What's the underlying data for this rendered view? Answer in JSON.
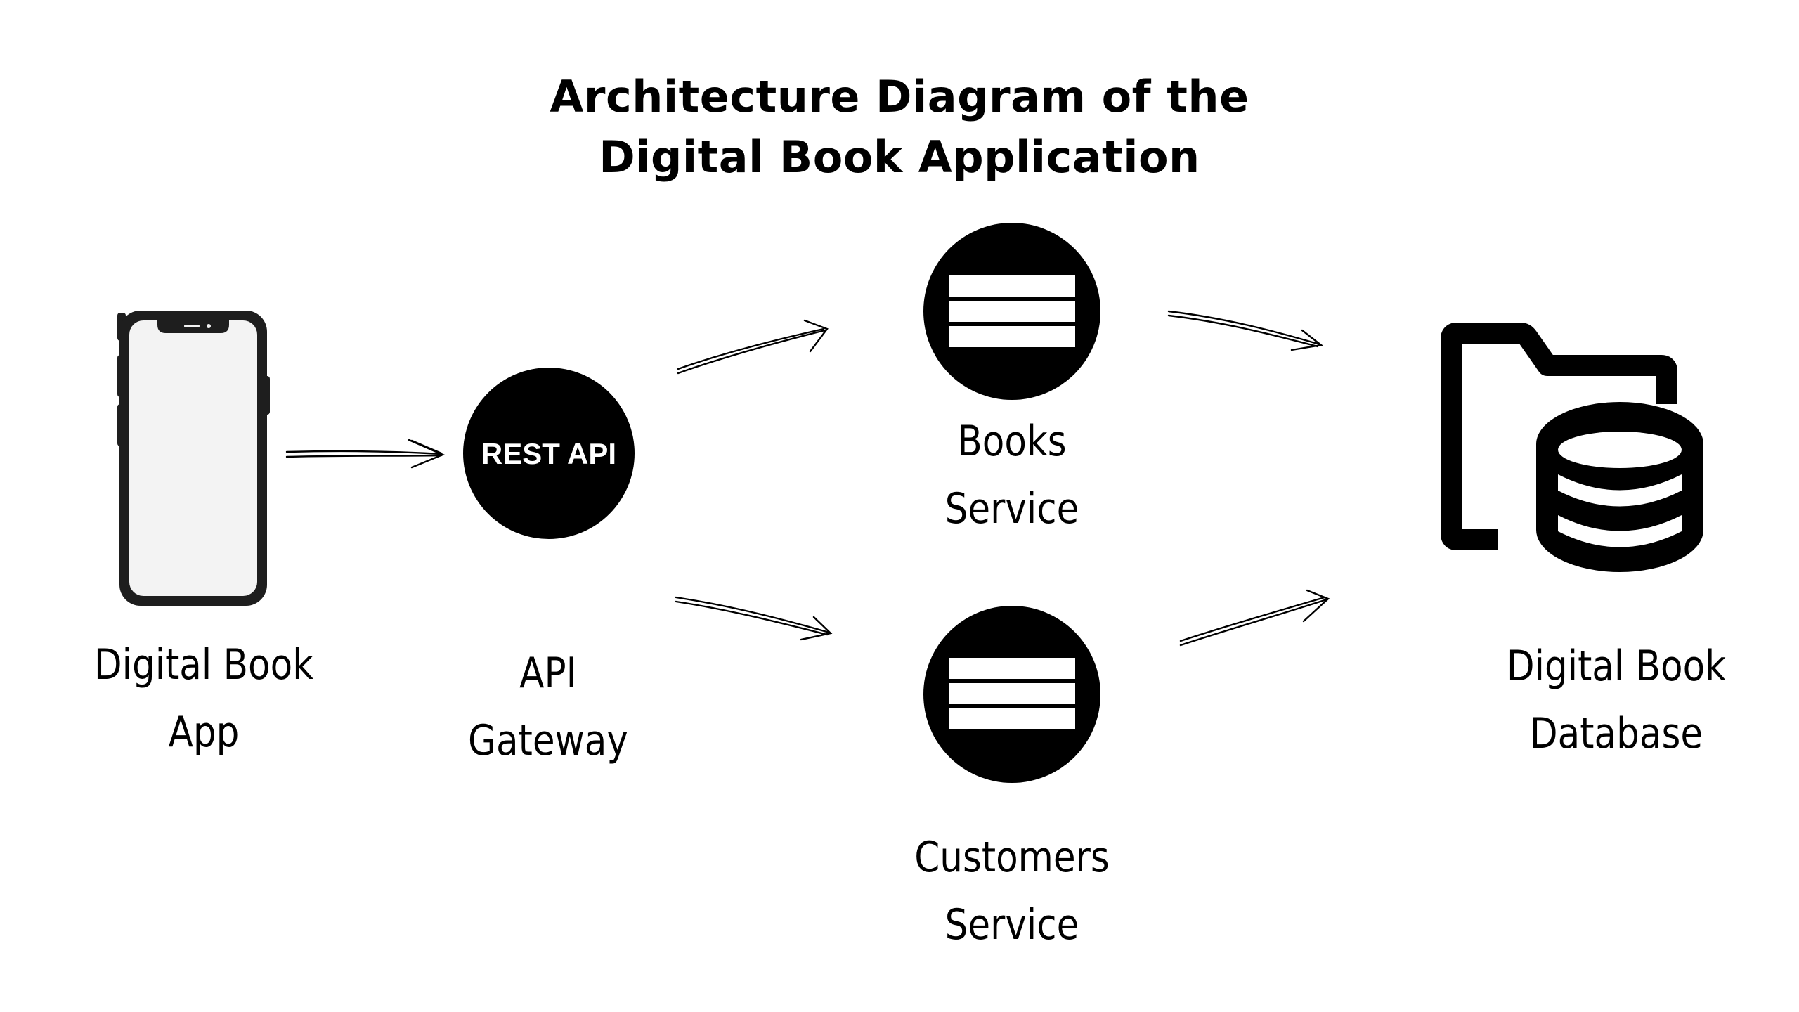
{
  "diagram": {
    "title_line1": "Architecture Diagram of the",
    "title_line2": "Digital Book Application",
    "nodes": {
      "app": {
        "line1": "Digital Book",
        "line2": "App",
        "icon": "smartphone-icon"
      },
      "gateway": {
        "badge": "REST API",
        "line1": "API",
        "line2": "Gateway",
        "icon": "rest-api-circle-icon"
      },
      "books": {
        "line1": "Books",
        "line2": "Service",
        "icon": "server-stack-icon"
      },
      "customers": {
        "line1": "Customers",
        "line2": "Service",
        "icon": "server-stack-icon"
      },
      "database": {
        "line1": "Digital Book",
        "line2": "Database",
        "icon": "folder-database-icon"
      }
    },
    "edges": [
      {
        "from": "app",
        "to": "gateway"
      },
      {
        "from": "gateway",
        "to": "books"
      },
      {
        "from": "gateway",
        "to": "customers"
      },
      {
        "from": "books",
        "to": "database"
      },
      {
        "from": "customers",
        "to": "database"
      }
    ],
    "colors": {
      "ink": "#000000",
      "background": "#ffffff",
      "phone_frame": "#1e1e1e",
      "phone_screen": "#f3f3f3"
    }
  }
}
